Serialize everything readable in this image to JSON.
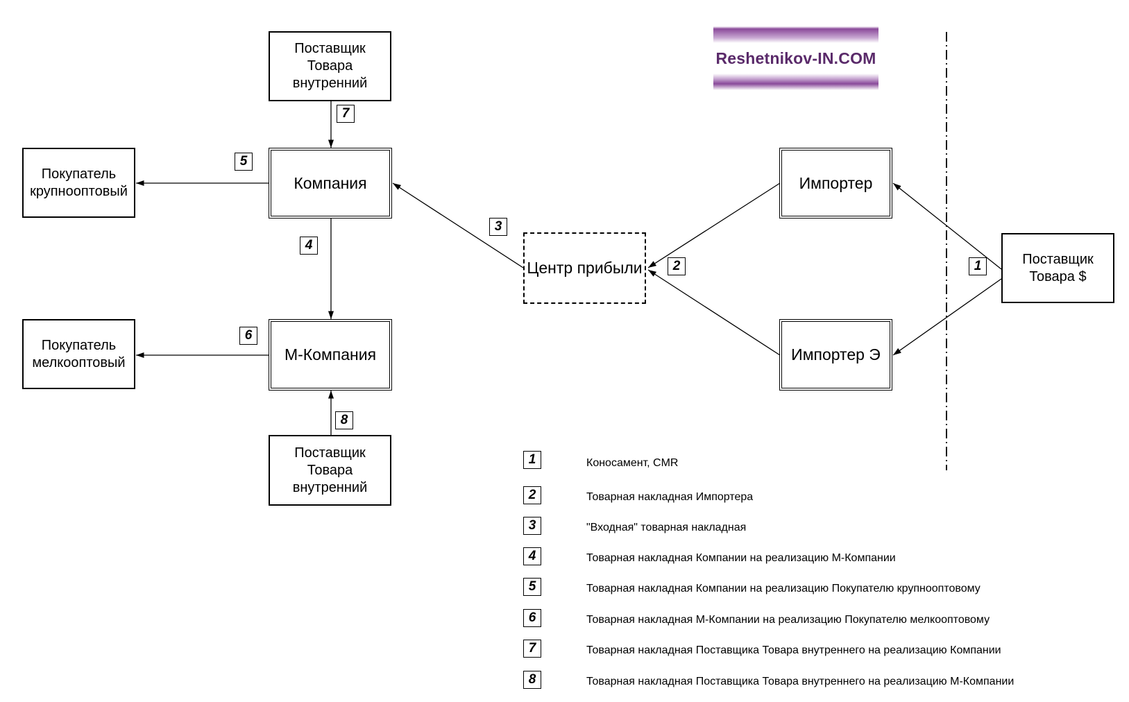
{
  "logo": {
    "text": "Reshetnikov-IN.COM"
  },
  "nodes": {
    "supplier_internal_top": "Поставщик\nТовара\nвнутренний",
    "company": "Компания",
    "m_company": "М-Компания",
    "buyer_wholesale": "Покупатель\nкрупнооптовый",
    "buyer_small": "Покупатель\nмелкооптовый",
    "supplier_internal_bottom": "Поставщик\nТовара\nвнутренний",
    "profit_center": "Центр прибыли",
    "importer": "Импортер",
    "importer_e": "Импортер Э",
    "supplier_foreign": "Поставщик\nТовара $"
  },
  "badges": {
    "b1": "1",
    "b2": "2",
    "b3": "3",
    "b4": "4",
    "b5": "5",
    "b6": "6",
    "b7": "7",
    "b8": "8"
  },
  "legend": [
    {
      "num": "1",
      "text": "Коносамент, CMR"
    },
    {
      "num": "2",
      "text": "Товарная накладная Импортера"
    },
    {
      "num": "3",
      "text": "\"Входная\" товарная накладная"
    },
    {
      "num": "4",
      "text": "Товарная накладная Компании на реализацию М-Компании"
    },
    {
      "num": "5",
      "text": "Товарная накладная Компании на реализацию Покупателю крупнооптовому"
    },
    {
      "num": "6",
      "text": "Товарная накладная М-Компании на реализацию Покупателю мелкооптовому"
    },
    {
      "num": "7",
      "text": "Товарная накладная Поставщика Товара внутреннего на реализацию Компании"
    },
    {
      "num": "8",
      "text": "Товарная накладная Поставщика Товара внутреннего на реализацию М-Компании"
    }
  ],
  "colors": {
    "line": "#000000",
    "logo": "#5a2a6a"
  }
}
